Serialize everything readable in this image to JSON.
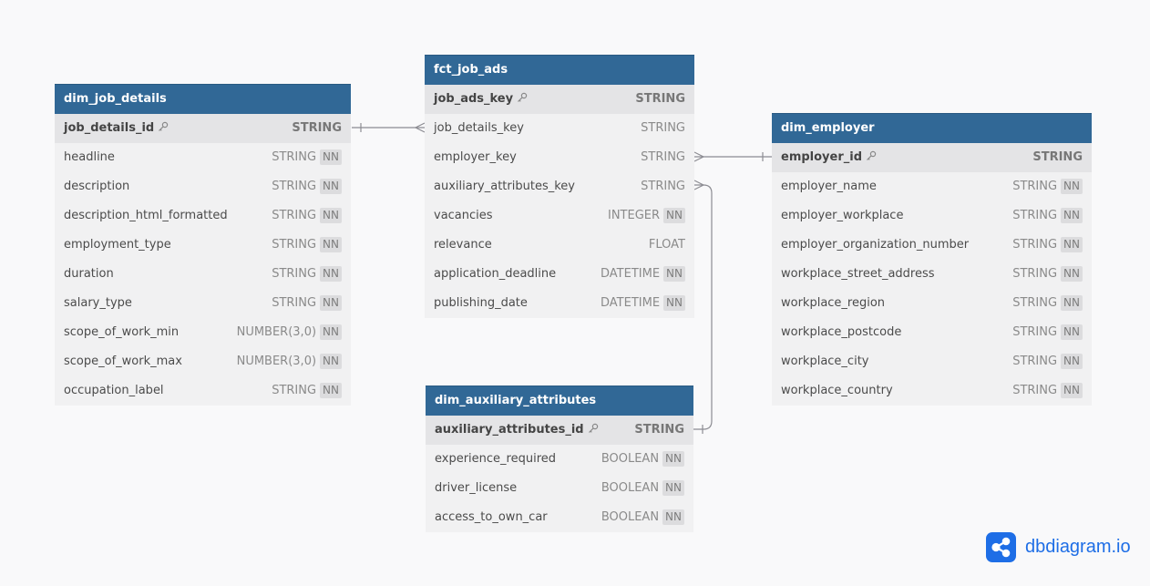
{
  "tables": {
    "dim_job_details": {
      "name": "dim_job_details",
      "rows": [
        {
          "name": "job_details_id",
          "type": "STRING",
          "pk": true,
          "nn": ""
        },
        {
          "name": "headline",
          "type": "STRING",
          "nn": "NN"
        },
        {
          "name": "description",
          "type": "STRING",
          "nn": "NN"
        },
        {
          "name": "description_html_formatted",
          "type": "STRING",
          "nn": "NN"
        },
        {
          "name": "employment_type",
          "type": "STRING",
          "nn": "NN"
        },
        {
          "name": "duration",
          "type": "STRING",
          "nn": "NN"
        },
        {
          "name": "salary_type",
          "type": "STRING",
          "nn": "NN"
        },
        {
          "name": "scope_of_work_min",
          "type": "NUMBER(3,0)",
          "nn": "NN"
        },
        {
          "name": "scope_of_work_max",
          "type": "NUMBER(3,0)",
          "nn": "NN"
        },
        {
          "name": "occupation_label",
          "type": "STRING",
          "nn": "NN"
        }
      ]
    },
    "fct_job_ads": {
      "name": "fct_job_ads",
      "rows": [
        {
          "name": "job_ads_key",
          "type": "STRING",
          "pk": true,
          "nn": ""
        },
        {
          "name": "job_details_key",
          "type": "STRING",
          "nn": ""
        },
        {
          "name": "employer_key",
          "type": "STRING",
          "nn": ""
        },
        {
          "name": "auxiliary_attributes_key",
          "type": "STRING",
          "nn": ""
        },
        {
          "name": "vacancies",
          "type": "INTEGER",
          "nn": "NN"
        },
        {
          "name": "relevance",
          "type": "FLOAT",
          "nn": ""
        },
        {
          "name": "application_deadline",
          "type": "DATETIME",
          "nn": "NN"
        },
        {
          "name": "publishing_date",
          "type": "DATETIME",
          "nn": "NN"
        }
      ]
    },
    "dim_auxiliary_attributes": {
      "name": "dim_auxiliary_attributes",
      "rows": [
        {
          "name": "auxiliary_attributes_id",
          "type": "STRING",
          "pk": true,
          "nn": ""
        },
        {
          "name": "experience_required",
          "type": "BOOLEAN",
          "nn": "NN"
        },
        {
          "name": "driver_license",
          "type": "BOOLEAN",
          "nn": "NN"
        },
        {
          "name": "access_to_own_car",
          "type": "BOOLEAN",
          "nn": "NN"
        }
      ]
    },
    "dim_employer": {
      "name": "dim_employer",
      "rows": [
        {
          "name": "employer_id",
          "type": "STRING",
          "pk": true,
          "nn": ""
        },
        {
          "name": "employer_name",
          "type": "STRING",
          "nn": "NN"
        },
        {
          "name": "employer_workplace",
          "type": "STRING",
          "nn": "NN"
        },
        {
          "name": "employer_organization_number",
          "type": "STRING",
          "nn": "NN"
        },
        {
          "name": "workplace_street_address",
          "type": "STRING",
          "nn": "NN"
        },
        {
          "name": "workplace_region",
          "type": "STRING",
          "nn": "NN"
        },
        {
          "name": "workplace_postcode",
          "type": "STRING",
          "nn": "NN"
        },
        {
          "name": "workplace_city",
          "type": "STRING",
          "nn": "NN"
        },
        {
          "name": "workplace_country",
          "type": "STRING",
          "nn": "NN"
        }
      ]
    }
  },
  "relationships": [
    {
      "from": "fct_job_ads.job_details_key",
      "to": "dim_job_details.job_details_id",
      "type": "many-to-one"
    },
    {
      "from": "fct_job_ads.employer_key",
      "to": "dim_employer.employer_id",
      "type": "many-to-one"
    },
    {
      "from": "fct_job_ads.auxiliary_attributes_key",
      "to": "dim_auxiliary_attributes.auxiliary_attributes_id",
      "type": "many-to-one"
    }
  ],
  "brand": {
    "text": "dbdiagram.io",
    "icon": "share-nodes-icon"
  },
  "colors": {
    "header": "#316896",
    "brand": "#1e6ee6",
    "connector": "#8c8c92"
  }
}
